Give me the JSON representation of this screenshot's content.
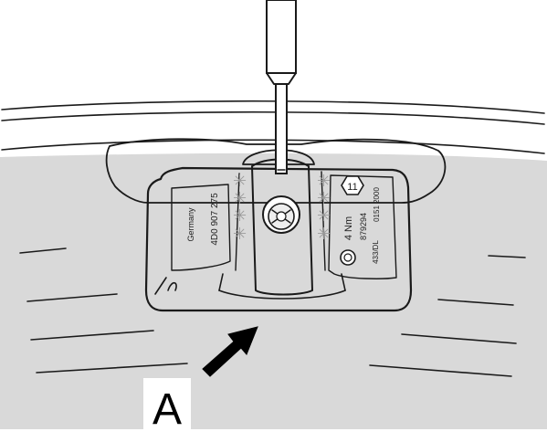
{
  "callout_label": "A",
  "sensor": {
    "text_left": {
      "country": "Germany",
      "part_number": "4D0 907 275"
    },
    "text_right": {
      "torque": "4 Nm",
      "code": "879294",
      "date": "0151 2000",
      "maker": "433/DL"
    },
    "hex_number": "11"
  },
  "colors": {
    "rim_fill": "#d9d9d9",
    "sensor_fill": "#ffffff",
    "outline": "#1a1a1a",
    "asterisk": "#9a9a9a"
  },
  "icons": [
    "screwdriver-icon",
    "arrow-icon",
    "valve-nut-icon",
    "hexagon-marking-icon",
    "circle-logo-icon"
  ]
}
